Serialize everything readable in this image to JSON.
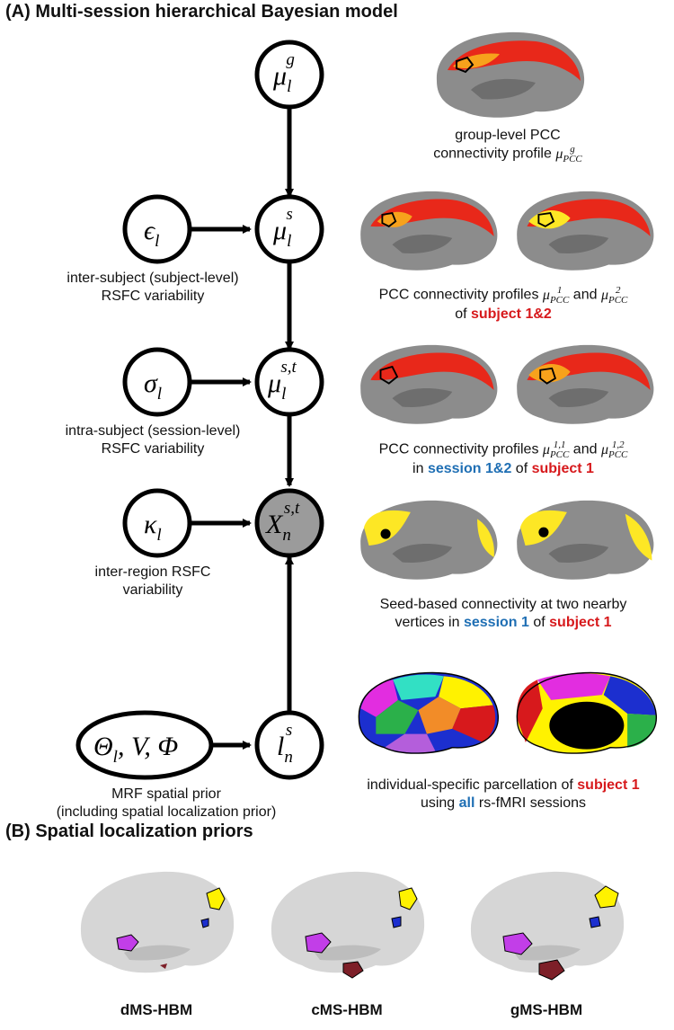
{
  "panel_a": {
    "title": "(A) Multi-session hierarchical Bayesian model",
    "nodes": {
      "group_mean": {
        "base": "μ",
        "sub": "l",
        "sup": "g"
      },
      "subject_mean": {
        "base": "μ",
        "sub": "l",
        "sup": "s"
      },
      "session_mean": {
        "base": "μ",
        "sub": "l",
        "sup": "s,t"
      },
      "observed": {
        "base": "X",
        "sub": "n",
        "sup": "s,t"
      },
      "label": {
        "base": "l",
        "sub": "n",
        "sup": "s"
      },
      "epsilon": {
        "base": "ϵ",
        "sub": "l"
      },
      "sigma": {
        "base": "σ",
        "sub": "l"
      },
      "kappa": {
        "base": "κ",
        "sub": "l"
      },
      "prior": {
        "text": "Θ",
        "sub": "l",
        "rest": ", V, Φ"
      }
    },
    "left_captions": {
      "epsilon_1": "inter-subject (subject-level)",
      "epsilon_2": "RSFC variability",
      "sigma_1": "intra-subject (session-level)",
      "sigma_2": "RSFC variability",
      "kappa_1": "inter-region RSFC",
      "kappa_2": "variability",
      "prior_1": "MRF spatial prior",
      "prior_2": "(including spatial localization prior)"
    },
    "right_captions": {
      "group_1": "group-level PCC",
      "group_2": "connectivity profile",
      "subj_1": "PCC connectivity profiles",
      "subj_and": "and",
      "subj_of": "of",
      "subj_hl": "subject 1&2",
      "sess_1": "PCC connectivity profiles",
      "sess_and": "and",
      "sess_in": "in",
      "sess_hl_blue": "session 1&2",
      "sess_of": "of",
      "sess_hl_red": "subject 1",
      "seed_1": "Seed-based connectivity at two nearby",
      "seed_2": "vertices in",
      "seed_hl_blue": "session 1",
      "seed_of": "of",
      "seed_hl_red": "subject 1",
      "parc_1": "individual-specific parcellation of",
      "parc_hl_red": "subject 1",
      "parc_using": "using",
      "parc_hl_blue": "all",
      "parc_rest": "rs-fMRI sessions"
    },
    "math_symbols": {
      "mu": "μ",
      "pcc": "PCC",
      "g": "g",
      "one": "1",
      "two": "2",
      "one_one": "1,1",
      "one_two": "1,2"
    }
  },
  "panel_b": {
    "title": "(B) Spatial localization priors",
    "models": [
      "dMS-HBM",
      "cMS-HBM",
      "gMS-HBM"
    ]
  },
  "colors": {
    "heat_red": "#e8281a",
    "heat_orange": "#f7a21c",
    "heat_yellow": "#fde725",
    "cortex_gray": "#8c8c8c",
    "sulcus_gray": "#6e6e6e",
    "observed_fill": "#9b9b9b",
    "highlight_red": "#d7191c",
    "highlight_blue": "#1f6fb4",
    "prior_purple": "#c23ee8",
    "prior_blue": "#1c2fcf",
    "prior_yellow": "#fff200",
    "prior_darkred": "#7d1f28"
  }
}
